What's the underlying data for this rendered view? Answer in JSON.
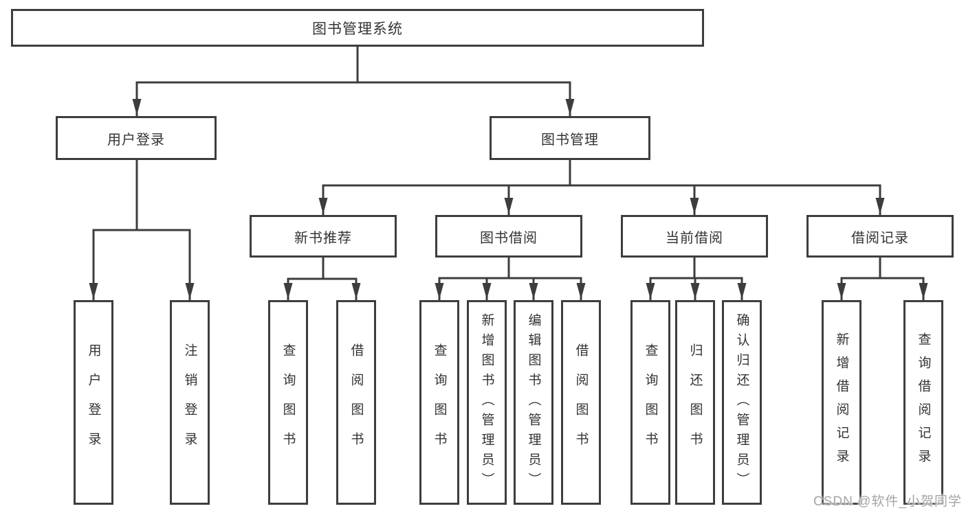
{
  "diagram": {
    "root": "图书管理系统",
    "level2": [
      "用户登录",
      "图书管理"
    ],
    "level3": [
      "新书推荐",
      "图书借阅",
      "当前借阅",
      "借阅记录"
    ],
    "leaves": [
      "用户登录",
      "注销登录",
      "查询图书",
      "借阅图书",
      "查询图书",
      "新增图书（管理员）",
      "编辑图书（管理员）",
      "借阅图书",
      "查询图书",
      "归还图书",
      "确认归还（管理员）",
      "新增借阅记录",
      "查询借阅记录"
    ],
    "colors": {
      "line": "#3d3d3d",
      "text": "#333333",
      "background": "#ffffff"
    }
  },
  "watermark": "CSDN @软件_小贺同学"
}
